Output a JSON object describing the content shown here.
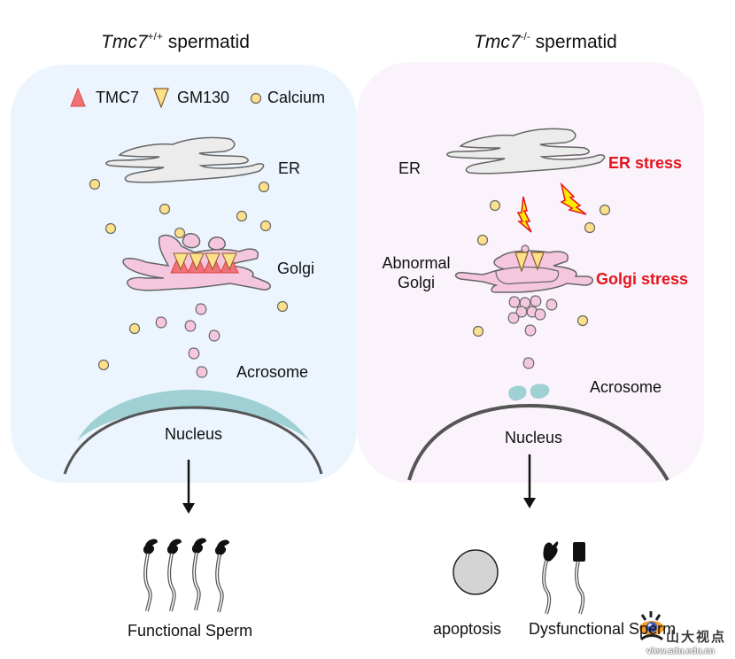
{
  "left_panel": {
    "title_gene": "Tmc7",
    "title_genotype": "+/+",
    "title_suffix": " spermatid",
    "background_color": "#ecf5fd",
    "legend": [
      {
        "icon": "tmc7-triangle-icon",
        "label": "TMC7",
        "color": "#f07178"
      },
      {
        "icon": "gm130-triangle-icon",
        "label": "GM130",
        "color": "#fce08a"
      },
      {
        "icon": "calcium-dot-icon",
        "label": "Calcium",
        "color": "#fce08a"
      }
    ],
    "labels": {
      "er": "ER",
      "golgi": "Golgi",
      "acrosome": "Acrosome",
      "nucleus": "Nucleus"
    },
    "outcome": "Functional Sperm"
  },
  "right_panel": {
    "title_gene": "Tmc7",
    "title_genotype": "-/-",
    "title_suffix": " spermatid",
    "background_color": "#fbf3fb",
    "labels": {
      "er": "ER",
      "er_stress": "ER stress",
      "golgi_line1": "Abnormal",
      "golgi_line2": "Golgi",
      "golgi_stress": "Golgi stress",
      "acrosome": "Acrosome",
      "nucleus": "Nucleus"
    },
    "outcome_1": "apoptosis",
    "outcome_2": "Dysfunctional Sperm"
  },
  "colors": {
    "stress_text": "#e5141d",
    "er_fill": "#ececec",
    "golgi_fill": "#f4c7de",
    "acrosome_fill": "#9fd0d3",
    "calcium_fill": "#fce08a",
    "outline": "#666666"
  },
  "watermark": {
    "text": "山大视点",
    "url": "view.sdu.edu.cn"
  }
}
